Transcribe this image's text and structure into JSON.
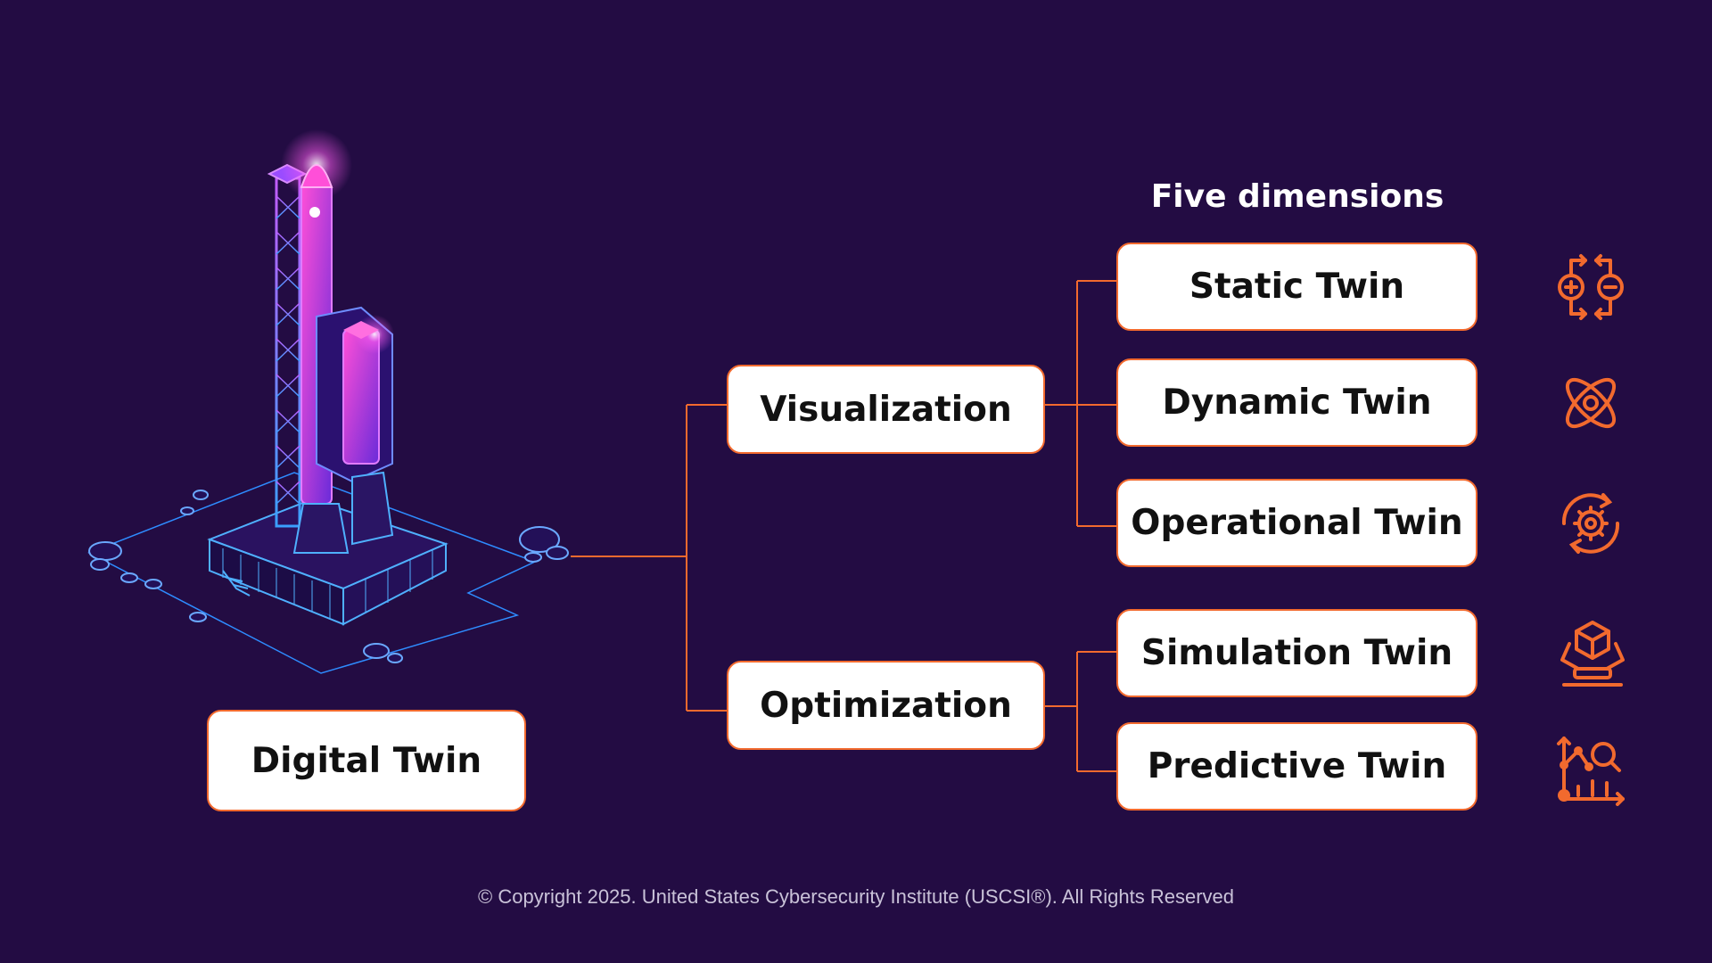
{
  "diagram": {
    "root_label": "Digital Twin",
    "heading": "Five dimensions",
    "branches": [
      {
        "label": "Visualization",
        "children": [
          "Static Twin",
          "Dynamic Twin",
          "Operational Twin"
        ]
      },
      {
        "label": "Optimization",
        "children": [
          "Simulation Twin",
          "Predictive Twin"
        ]
      }
    ]
  },
  "icons": [
    "plus-minus-arrows-icon",
    "atom-icon",
    "gear-cycle-icon",
    "cube-hologram-icon",
    "analytics-chart-icon"
  ],
  "footer": "© Copyright 2025. United States Cybersecurity Institute (USCSI®). All Rights Reserved",
  "colors": {
    "background": "#230c43",
    "accent": "#f26a2e",
    "rocket_glow": "#b44cff",
    "outline": "#4a9bff"
  }
}
